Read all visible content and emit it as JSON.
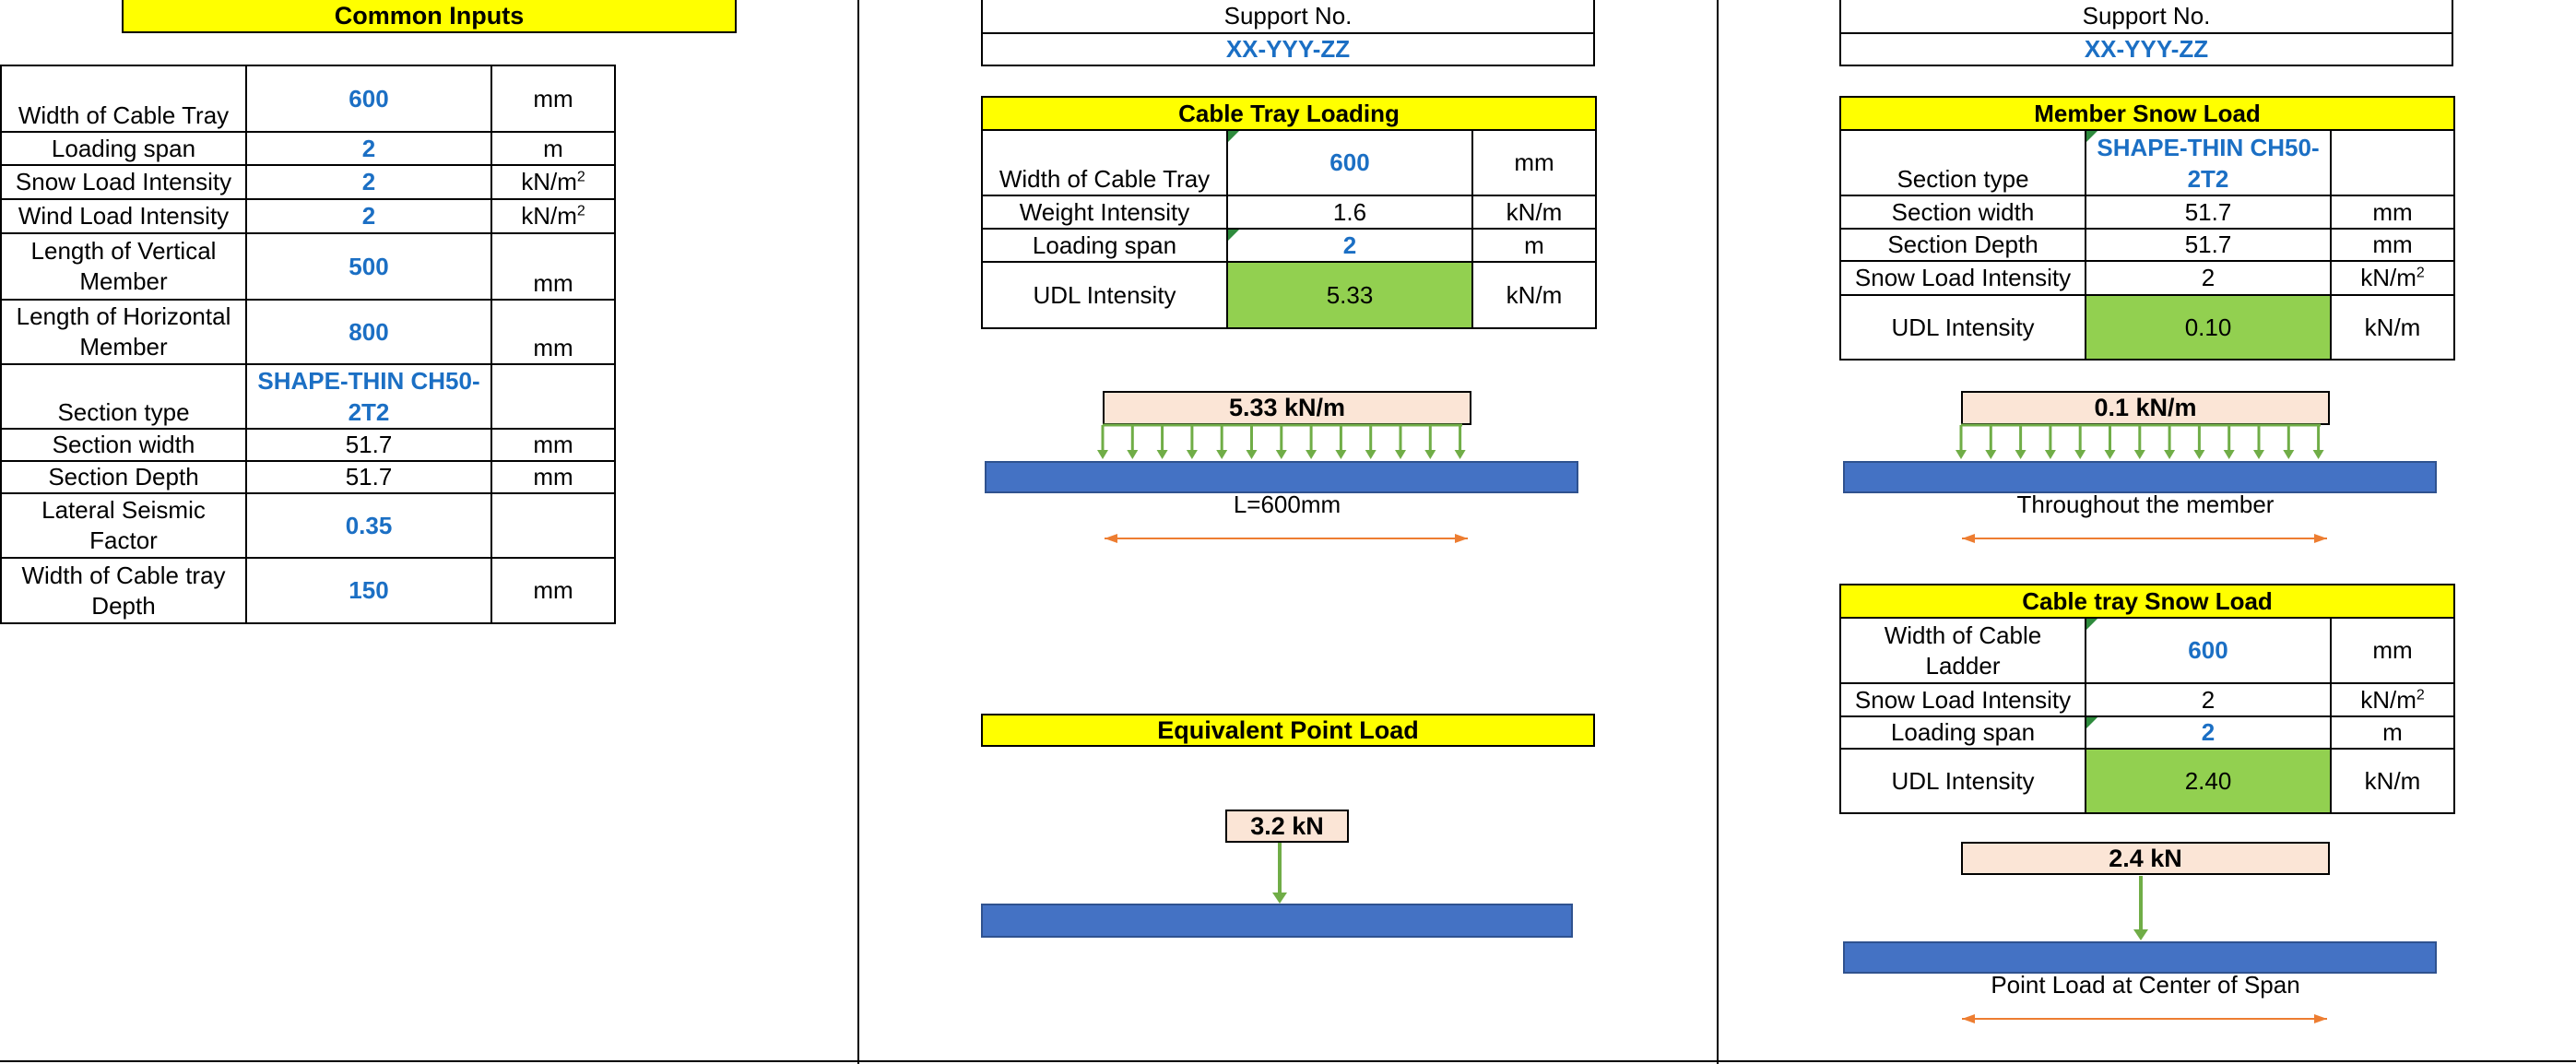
{
  "common_inputs": {
    "title": "Common Inputs",
    "rows": [
      {
        "label": "Width of Cable Tray",
        "value": "600",
        "unit": "mm"
      },
      {
        "label": "Loading span",
        "value": "2",
        "unit": "m"
      },
      {
        "label": "Snow Load Intensity",
        "value": "2",
        "unit": "kN/m",
        "unit_sup": "2"
      },
      {
        "label": "Wind Load Intensity",
        "value": "2",
        "unit": "kN/m",
        "unit_sup": "2"
      },
      {
        "label": "Length of Vertical Member",
        "value": "500",
        "unit": "mm"
      },
      {
        "label": "Length of Horizontal Member",
        "value": "800",
        "unit": "mm"
      },
      {
        "label": "Section type",
        "value": "SHAPE-THIN CH50-2T2",
        "unit": ""
      },
      {
        "label": "Section width",
        "value": "51.7",
        "unit": "mm"
      },
      {
        "label": "Section Depth",
        "value": "51.7",
        "unit": "mm"
      },
      {
        "label": "Lateral Seismic Factor",
        "value": "0.35",
        "unit": ""
      },
      {
        "label": "Width of Cable tray Depth",
        "value": "150",
        "unit": "mm"
      }
    ]
  },
  "middle": {
    "support_label": "Support No.",
    "support_value": "XX-YYY-ZZ",
    "cable_tray_loading": {
      "title": "Cable Tray Loading",
      "rows": [
        {
          "label": "Width of Cable Tray",
          "value": "600",
          "unit": "mm"
        },
        {
          "label": "Weight Intensity",
          "value": "1.6",
          "unit": "kN/m"
        },
        {
          "label": "Loading span",
          "value": "2",
          "unit": "m"
        },
        {
          "label": "UDL Intensity",
          "value": "5.33",
          "unit": "kN/m"
        }
      ]
    },
    "udl_diagram": {
      "load_label": "5.33 kN/m",
      "span_label": "L=600mm"
    },
    "equivalent_point_load": {
      "title": "Equivalent Point Load",
      "load_label": "3.2 kN"
    }
  },
  "right": {
    "support_label": "Support No.",
    "support_value": "XX-YYY-ZZ",
    "member_snow_load": {
      "title": "Member Snow Load",
      "rows": [
        {
          "label": "Section type",
          "value": "SHAPE-THIN CH50-2T2",
          "unit": ""
        },
        {
          "label": "Section width",
          "value": "51.7",
          "unit": "mm"
        },
        {
          "label": "Section Depth",
          "value": "51.7",
          "unit": "mm"
        },
        {
          "label": "Snow Load Intensity",
          "value": "2",
          "unit": "kN/m",
          "unit_sup": "2"
        },
        {
          "label": "UDL Intensity",
          "value": "0.10",
          "unit": "kN/m"
        }
      ]
    },
    "member_diagram": {
      "load_label": "0.1 kN/m",
      "span_label": "Throughout the member"
    },
    "cable_tray_snow_load": {
      "title": "Cable tray Snow Load",
      "rows": [
        {
          "label": "Width of Cable Ladder",
          "value": "600",
          "unit": "mm"
        },
        {
          "label": "Snow Load Intensity",
          "value": "2",
          "unit": "kN/m",
          "unit_sup": "2"
        },
        {
          "label": "Loading span",
          "value": "2",
          "unit": "m"
        },
        {
          "label": "UDL Intensity",
          "value": "2.40",
          "unit": "kN/m"
        }
      ]
    },
    "point_diagram": {
      "load_label": "2.4 kN",
      "span_label": "Point Load at Center of Span"
    }
  },
  "colors": {
    "input_blue": "#1b6fc4",
    "header_yellow": "#ffff00",
    "result_green": "#92d050",
    "beam_blue": "#4472c4",
    "load_box": "#fbe5d6",
    "arrow_green": "#70ad47",
    "dim_orange": "#ed7d31"
  }
}
